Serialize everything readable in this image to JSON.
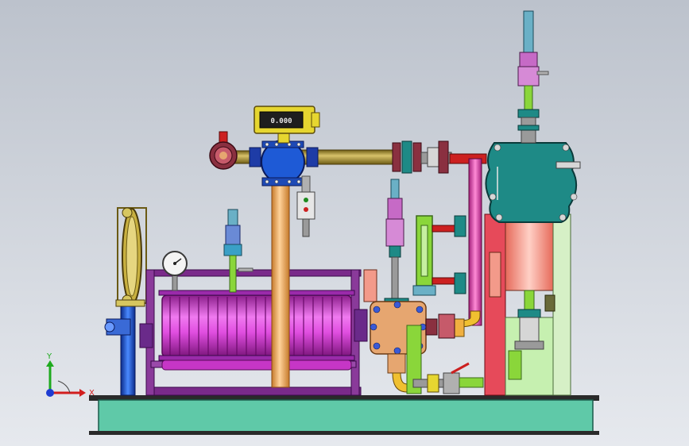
{
  "viewport": {
    "background_top": "#bcc2cc",
    "background_bottom": "#e6e9ee"
  },
  "model": {
    "components": [
      "base-skid",
      "heat-exchanger-coil",
      "pressure-gauge",
      "flow-meter",
      "control-valve",
      "separator-vessel",
      "sight-glass",
      "safety-valve",
      "manhole-flange",
      "belt-pulley"
    ],
    "flow_meter_display": "0.000",
    "colors": {
      "base": "#5fc9a8",
      "coil": "#d63fd6",
      "frame": "#7a2a8a",
      "flow_meter": "#e6d630",
      "valve_body": "#1e5ad6",
      "vessel": "#1e8a86",
      "vessel_leg": "#f39a8a",
      "pipe_main": "#b49a3a",
      "pipe_riser": "#f0b070",
      "pipe_magenta": "#e64ab0",
      "pipe_red": "#cc2020",
      "flange_dark": "#8a3040",
      "manhole": "#e6a670",
      "sight_glass": "#8ad63a",
      "safety_valve": "#6ab0c6",
      "column_green": "#d6f0c6",
      "pulley": "#c8b040"
    }
  },
  "triad": {
    "x_label": "X",
    "y_label": "Y",
    "x_color": "#d21e1e",
    "y_color": "#1eaa1e",
    "z_color": "#1e3cd2"
  }
}
